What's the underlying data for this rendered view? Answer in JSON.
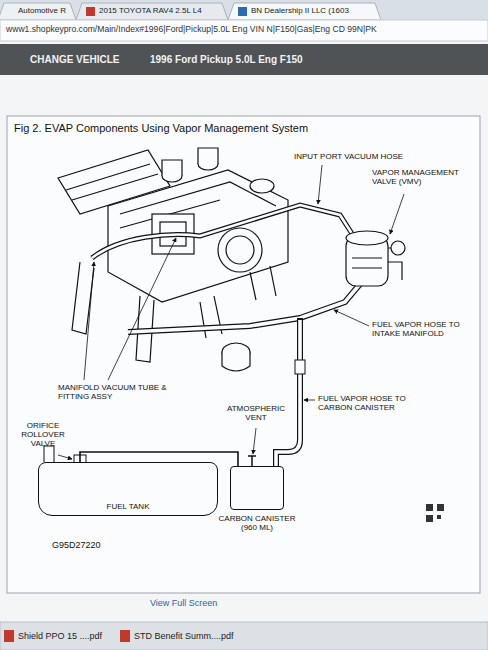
{
  "diagram": {
    "title": "Fig 2. EVAP Components Using Vapor Management System",
    "nodes": [
      {
        "text": [
          "FUEL TANK"
        ]
      },
      {
        "text": [
          "CARBON CANISTER (960 ML)"
        ]
      }
    ],
    "edges": [
      {
        "from": 0,
        "to": 1,
        "arrow": "none"
      }
    ],
    "labels": [
      "Automotive R",
      "2015 TOYOTA RAV4 2.5L L4",
      "BN Dealership II LLC (1603",
      "www1.shopkeypro.com/Main/Index#1996|Ford|Pickup|5.0L Eng VIN N|F150|Gas|Eng CD 99N|PK",
      "CHANGE VEHICLE",
      "1996 Ford Pickup 5.0L Eng F150",
      "INPUT PORT VACUUM HOSE",
      "VAPOR MANAGEMENT VALVE (VMV)",
      "FUEL VAPOR HOSE TO INTAKE MANIFOLD",
      "MANIFOLD VACUUM TUBE & FITTING ASSY",
      "FUEL VAPOR HOSE TO CARBON CANISTER",
      "ORIFICE ROLLOVER VALVE",
      "ATMOSPHERIC VENT",
      "G95D27220",
      "View Full Screen",
      "Shield PPO 15 ....pdf",
      "STD Benefit Summ....pdf"
    ]
  }
}
